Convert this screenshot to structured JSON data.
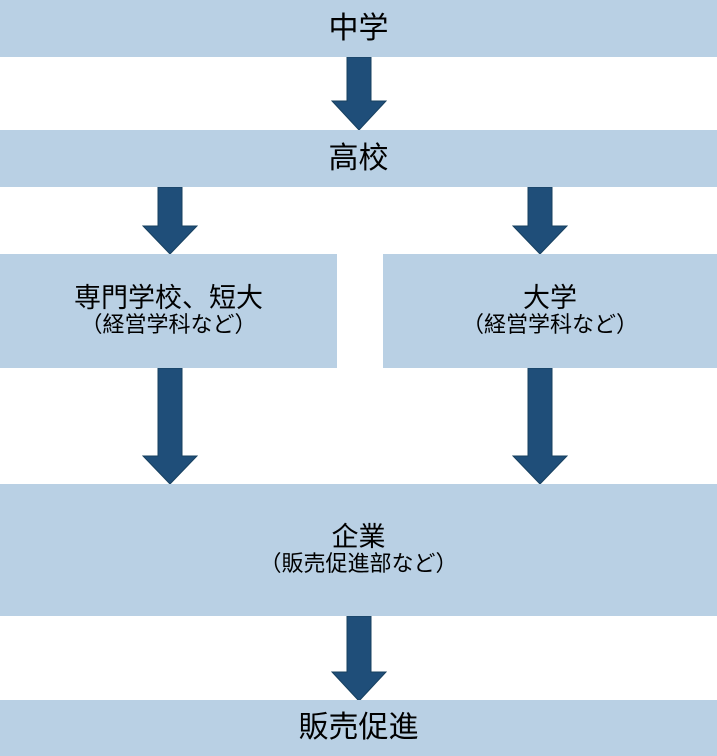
{
  "diagram": {
    "type": "flowchart",
    "orientation": "top-to-bottom",
    "language": "ja",
    "colors": {
      "node_fill": "#b9d0e4",
      "arrow_fill": "#1f4e79",
      "arrow_stroke": "#17405f",
      "text": "#000000",
      "background": "#ffffff"
    },
    "nodes": [
      {
        "id": "junior-high",
        "title": "中学",
        "subtitle": ""
      },
      {
        "id": "high-school",
        "title": "高校",
        "subtitle": ""
      },
      {
        "id": "vocational-junior-college",
        "title": "専門学校、短大",
        "subtitle": "（経営学科など）"
      },
      {
        "id": "university",
        "title": "大学",
        "subtitle": "（経営学科など）"
      },
      {
        "id": "company",
        "title": "企業",
        "subtitle": "（販売促進部など）"
      },
      {
        "id": "sales-promotion",
        "title": "販売促進",
        "subtitle": ""
      }
    ],
    "edges": [
      {
        "id": "edge-1",
        "from": "junior-high",
        "to": "high-school",
        "shape": "down-arrow"
      },
      {
        "id": "edge-2",
        "from": "high-school",
        "to": "vocational-junior-college",
        "shape": "down-arrow"
      },
      {
        "id": "edge-3",
        "from": "high-school",
        "to": "university",
        "shape": "down-arrow"
      },
      {
        "id": "edge-4",
        "from": "vocational-junior-college",
        "to": "company",
        "shape": "down-arrow"
      },
      {
        "id": "edge-5",
        "from": "university",
        "to": "company",
        "shape": "down-arrow"
      },
      {
        "id": "edge-6",
        "from": "company",
        "to": "sales-promotion",
        "shape": "down-arrow"
      }
    ]
  }
}
